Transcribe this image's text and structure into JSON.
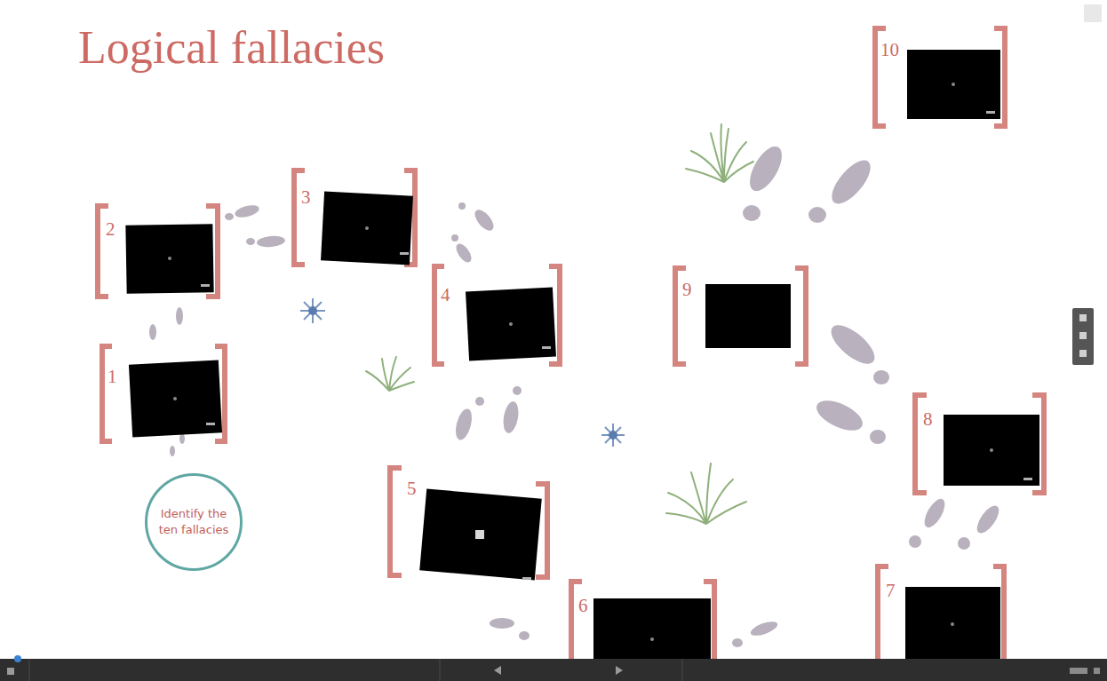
{
  "diagram": {
    "title": "Logical fallacies",
    "nodes": [
      {
        "text": [
          "Identify the ten fallacies"
        ]
      }
    ],
    "labels": [
      "1",
      "2",
      "3",
      "4",
      "5",
      "6",
      "7",
      "8",
      "9",
      "10"
    ]
  }
}
